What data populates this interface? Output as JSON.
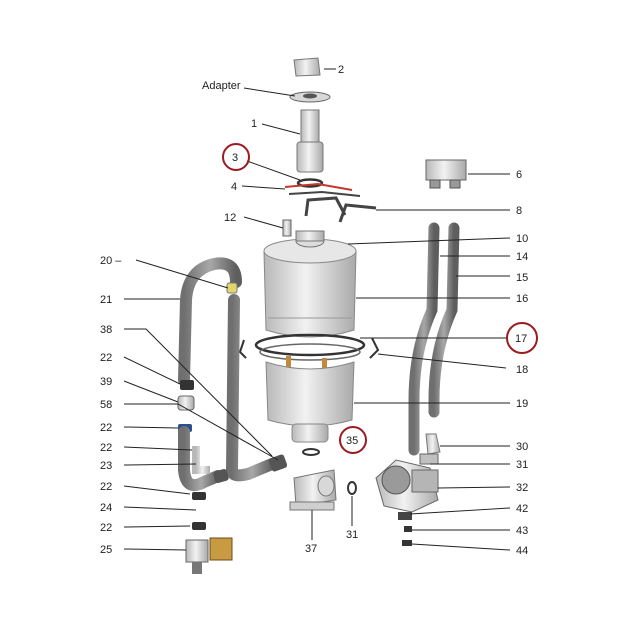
{
  "diagram": {
    "labels": {
      "adapter": "Adapter",
      "p1": "1",
      "p2": "2",
      "p3": "3",
      "p4": "4",
      "p6": "6",
      "p8": "8",
      "p10": "10",
      "p12": "12",
      "p14": "14",
      "p15": "15",
      "p16": "16",
      "p17": "17",
      "p18": "18",
      "p19": "19",
      "p20": "20 –",
      "p21": "21",
      "p38": "38",
      "p22a": "22",
      "p39": "39",
      "p58": "58",
      "p22b": "22",
      "p22c": "22",
      "p23": "23",
      "p22d": "22",
      "p24": "24",
      "p22e": "22",
      "p25": "25",
      "p35": "35",
      "p37": "37",
      "p31a": "31",
      "p30": "30",
      "p31b": "31",
      "p32": "32",
      "p42": "42",
      "p43": "43",
      "p44": "44"
    },
    "highlight_color": "#9b1b1f",
    "part_color": "#d9d9d9"
  }
}
